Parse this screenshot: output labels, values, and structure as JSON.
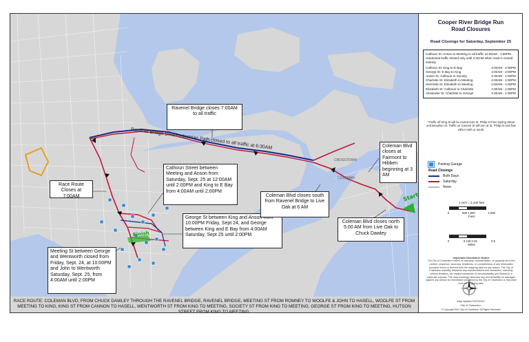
{
  "title_line1": "Cooper River Bridge Run",
  "title_line2": "Road Closures",
  "subtitle": "Road Closings for Saturday, September 25",
  "closures": {
    "intro": "Calhoun St: Anson to Meeting to all traffic 12:00AM - 1:00PM. residential traffic limited only until 4:30AM when road is closed entirely.",
    "rows": [
      {
        "street": "Calhoun St: King to E Bay",
        "time": "4:00AM - 2:00PM"
      },
      {
        "street": "George St: E Bay to King",
        "time": "4:00AM - 2:00PM"
      },
      {
        "street": "Anson St: Calhoun to Society",
        "time": "4:30AM - 1:00PM"
      },
      {
        "street": "Charlotte St: Elizabeth to Meeting",
        "time": "4:00AM - 1:00PM"
      },
      {
        "street": "Henrietta St: Elizabeth to Meeting",
        "time": "4:00AM - 1:00PM"
      },
      {
        "street": "Elizabeth St: Calhoun to Charlotte",
        "time": "4:30AM - 1:00PM"
      },
      {
        "street": "Alexander St: Charlotte to George",
        "time": "4:30AM - 1:00PM"
      }
    ]
  },
  "king_note": "*Traffic off King St will be routed onto St. Philip St from Spring Street and Beaufain St. Traffic on Cannon St will turn at St. Philip St and flow either north or south.",
  "legend": {
    "parking": "Parking Garage",
    "heading": "Road Closings",
    "both_days": "Both Days",
    "saturday": "Saturday",
    "none": "None",
    "both_color": "#1a2a8a",
    "saturday_color": "#c0143c",
    "none_color": "#b8b8b8",
    "parking_color": "#3a86d4"
  },
  "scale_a": {
    "label": "1 inch = 2,100 feet",
    "ticks": [
      "0",
      "500 1,000",
      "2,000"
    ],
    "unit": "Feet"
  },
  "scale_b": {
    "ticks": [
      "0",
      "0.125 0.25",
      "0.5"
    ],
    "unit": "Miles"
  },
  "disclaimer": {
    "heading": "Important Disclaimer Notice",
    "text": "The City of Charleston makes no warranty, representation, or guaranty as to the content, sequence, accuracy, timeliness, or completeness of any information provided herein or derived from the mapping data for any reason. The City of Charleston explicitly disclaims any representations and warranties, including, without limitation, the implied warranties of merchantability and fitness for a particular purpose. The map knowingly assumes any and all liability for damages against any person for information contained by the City of Charleston or that arise from the mapping data."
  },
  "map_updated": "Map updated 9/21/2021",
  "city_name": "City of Charleston",
  "copyright": "© Copyright 2021 City of Charleston. All Rights Reserved",
  "callouts": {
    "ravenel": "Ravenel Bridge closes 7:00AM to all traffic",
    "calhoun": "Calhoun Street between Meeting and Anson from Saturday, Sept. 25 at 12:00AM until 2:00PM and King to E Bay from 4:00AM until 2:00PM",
    "race_route": "Race Route Closes at 7:00AM",
    "george": "George St between King and Anson from 10:00PM Friday, Sept 24, and George between King and E Bay from 4:00AM Saturday, Sept 25 until 2:00PM",
    "meeting": "Meeting St between George and Wentworth closed from Friday, Sept. 24, at 10:00PM and John to Wentworth Saturday, Sept. 25, from 4:00AM until 2:00PM",
    "coleman_south": "Coleman Blvd closes south from Ravenel Bridge to Live Oak at 6 AM",
    "coleman_fairmont": "Coleman Blvd closes at Fairmont to Hibben beginning at 3 AM",
    "coleman_north": "Coleman Blvd closes north 5:00 AM from Live Oak to Chuck Dawley"
  },
  "bridge_label": "Ravenel Bridge Bike/Pedestrian Path closed to all traffic at 6:30AM",
  "start_label": "Start",
  "finish_label": "Finish",
  "route_description": "RACE ROUTE: COLEMAN BLVD, FROM CHUCK DAWLEY THROUGH THE RAVENEL BRIDGE, RAVENEL BRIDGE, MEETING ST FROM ROMNEY TO WOOLFE & JOHN TO HASELL, WOOLFE ST FROM MEETING TO KING, KING ST FROM CANNON TO HASELL, WENTWORTH ST FROM KING TO MEETING, SOCIETY ST FROM KING TO MEETING, GEORGE ST FROM KING TO MEETING, HUTSON STREET FROM KING TO MEETING.",
  "map_labels": {
    "coleman": "COLEMAN",
    "crosstown": "CROSSTOWN"
  }
}
